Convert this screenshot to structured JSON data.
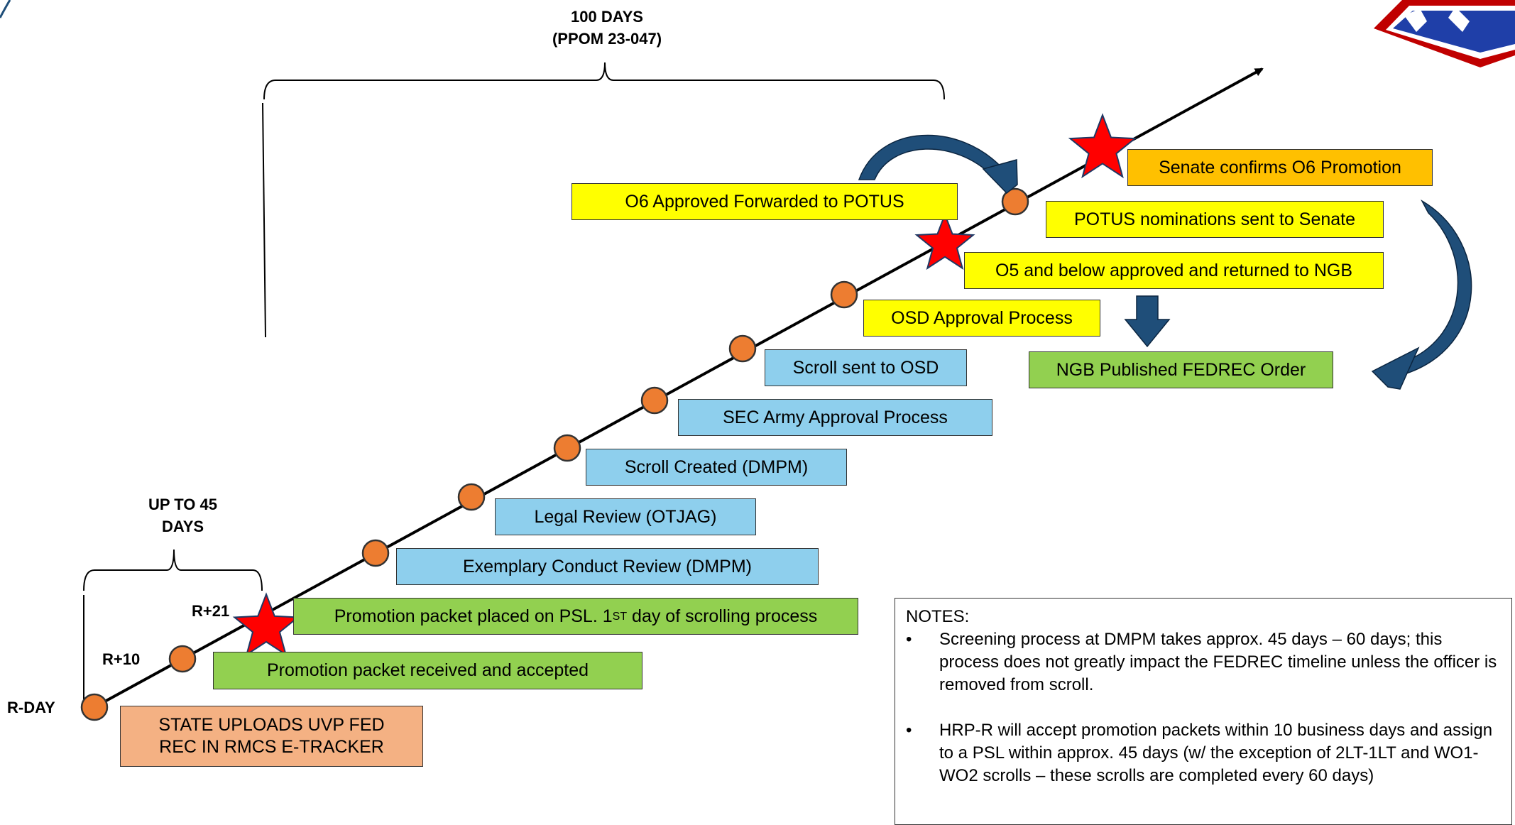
{
  "brackets": {
    "top_label_line1": "100 DAYS",
    "top_label_line2": "(PPOM 23-047)",
    "bottom_label_line1": "UP TO 45",
    "bottom_label_line2": "DAYS"
  },
  "day_labels": {
    "r_day": "R-DAY",
    "r10": "R+10",
    "r21": "R+21"
  },
  "steps": {
    "state_upload": "STATE UPLOADS UVP FED REC IN RMCS E-TRACKER",
    "packet_received": "Promotion packet received and accepted",
    "packet_on_psl_prefix": "Promotion packet placed on PSL. 1",
    "packet_on_psl_sup": "ST",
    "packet_on_psl_suffix": " day of scrolling process",
    "exemplary_review": "Exemplary Conduct Review (DMPM)",
    "legal_review": "Legal Review (OTJAG)",
    "scroll_created": "Scroll Created (DMPM)",
    "sec_army": "SEC Army Approval Process",
    "scroll_osd": "Scroll sent to OSD",
    "osd_approval": "OSD Approval Process",
    "o6_forwarded": "O6 Approved Forwarded to POTUS",
    "o5_approved": "O5 and below approved and returned to NGB",
    "potus_nominations": "POTUS nominations sent to Senate",
    "senate_confirms": "Senate confirms O6 Promotion",
    "ngb_fedrec": "NGB Published FEDREC Order"
  },
  "notes": {
    "heading": "NOTES:",
    "items": [
      "Screening process at DMPM takes approx. 45 days – 60 days; this process does not greatly impact the FEDREC timeline unless the officer is removed from scroll.",
      "HRP-R will accept promotion packets within 10 business days and assign to a PSL within approx. 45 days (w/ the exception of  2LT-1LT and WO1-WO2 scrolls – these scrolls are completed every 60 days)"
    ]
  },
  "colors": {
    "milestone_dot": "#ed7d31",
    "star": "#ff0000",
    "arrow": "#1f4e79",
    "yellow": "#ffff00",
    "green": "#92d050",
    "blue": "#8ecfed",
    "orange": "#ffc000",
    "salmon": "#f4b183",
    "logo_red": "#c00000",
    "logo_blue": "#1f3fa8"
  },
  "icons": [
    "timeline-arrow",
    "milestone-dot",
    "milestone-star",
    "curved-arrow",
    "down-arrow",
    "unit-logo"
  ]
}
